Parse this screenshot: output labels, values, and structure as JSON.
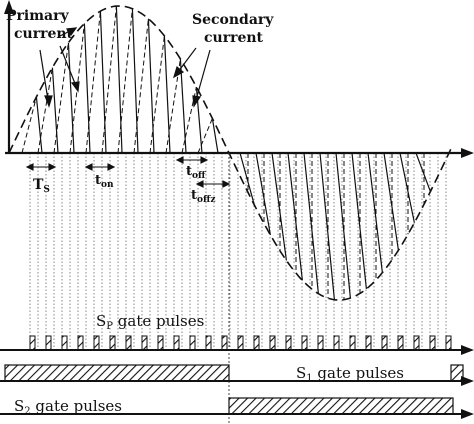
{
  "labels": {
    "primary_current_line1": "Primary",
    "primary_current_line2": "current",
    "secondary_current_line1": "Secondary",
    "secondary_current_line2": "current",
    "ts_main": "T",
    "ts_sub": "S",
    "ton_main": "t",
    "ton_sub": "on",
    "toff_main": "t",
    "toff_sub": "off",
    "toffz_main": "t",
    "toffz_sub": "offz",
    "sp_main": "S",
    "sp_sub": "P",
    "sp_rest": " gate pulses",
    "s1_main": "S",
    "s1_sub": "1",
    "s1_rest": " gate pulses",
    "s2_main": "S",
    "s2_sub": "2",
    "s2_rest": " gate pulses"
  },
  "colors": {
    "ink": "#111111",
    "dotted_grid": "#555555"
  }
}
